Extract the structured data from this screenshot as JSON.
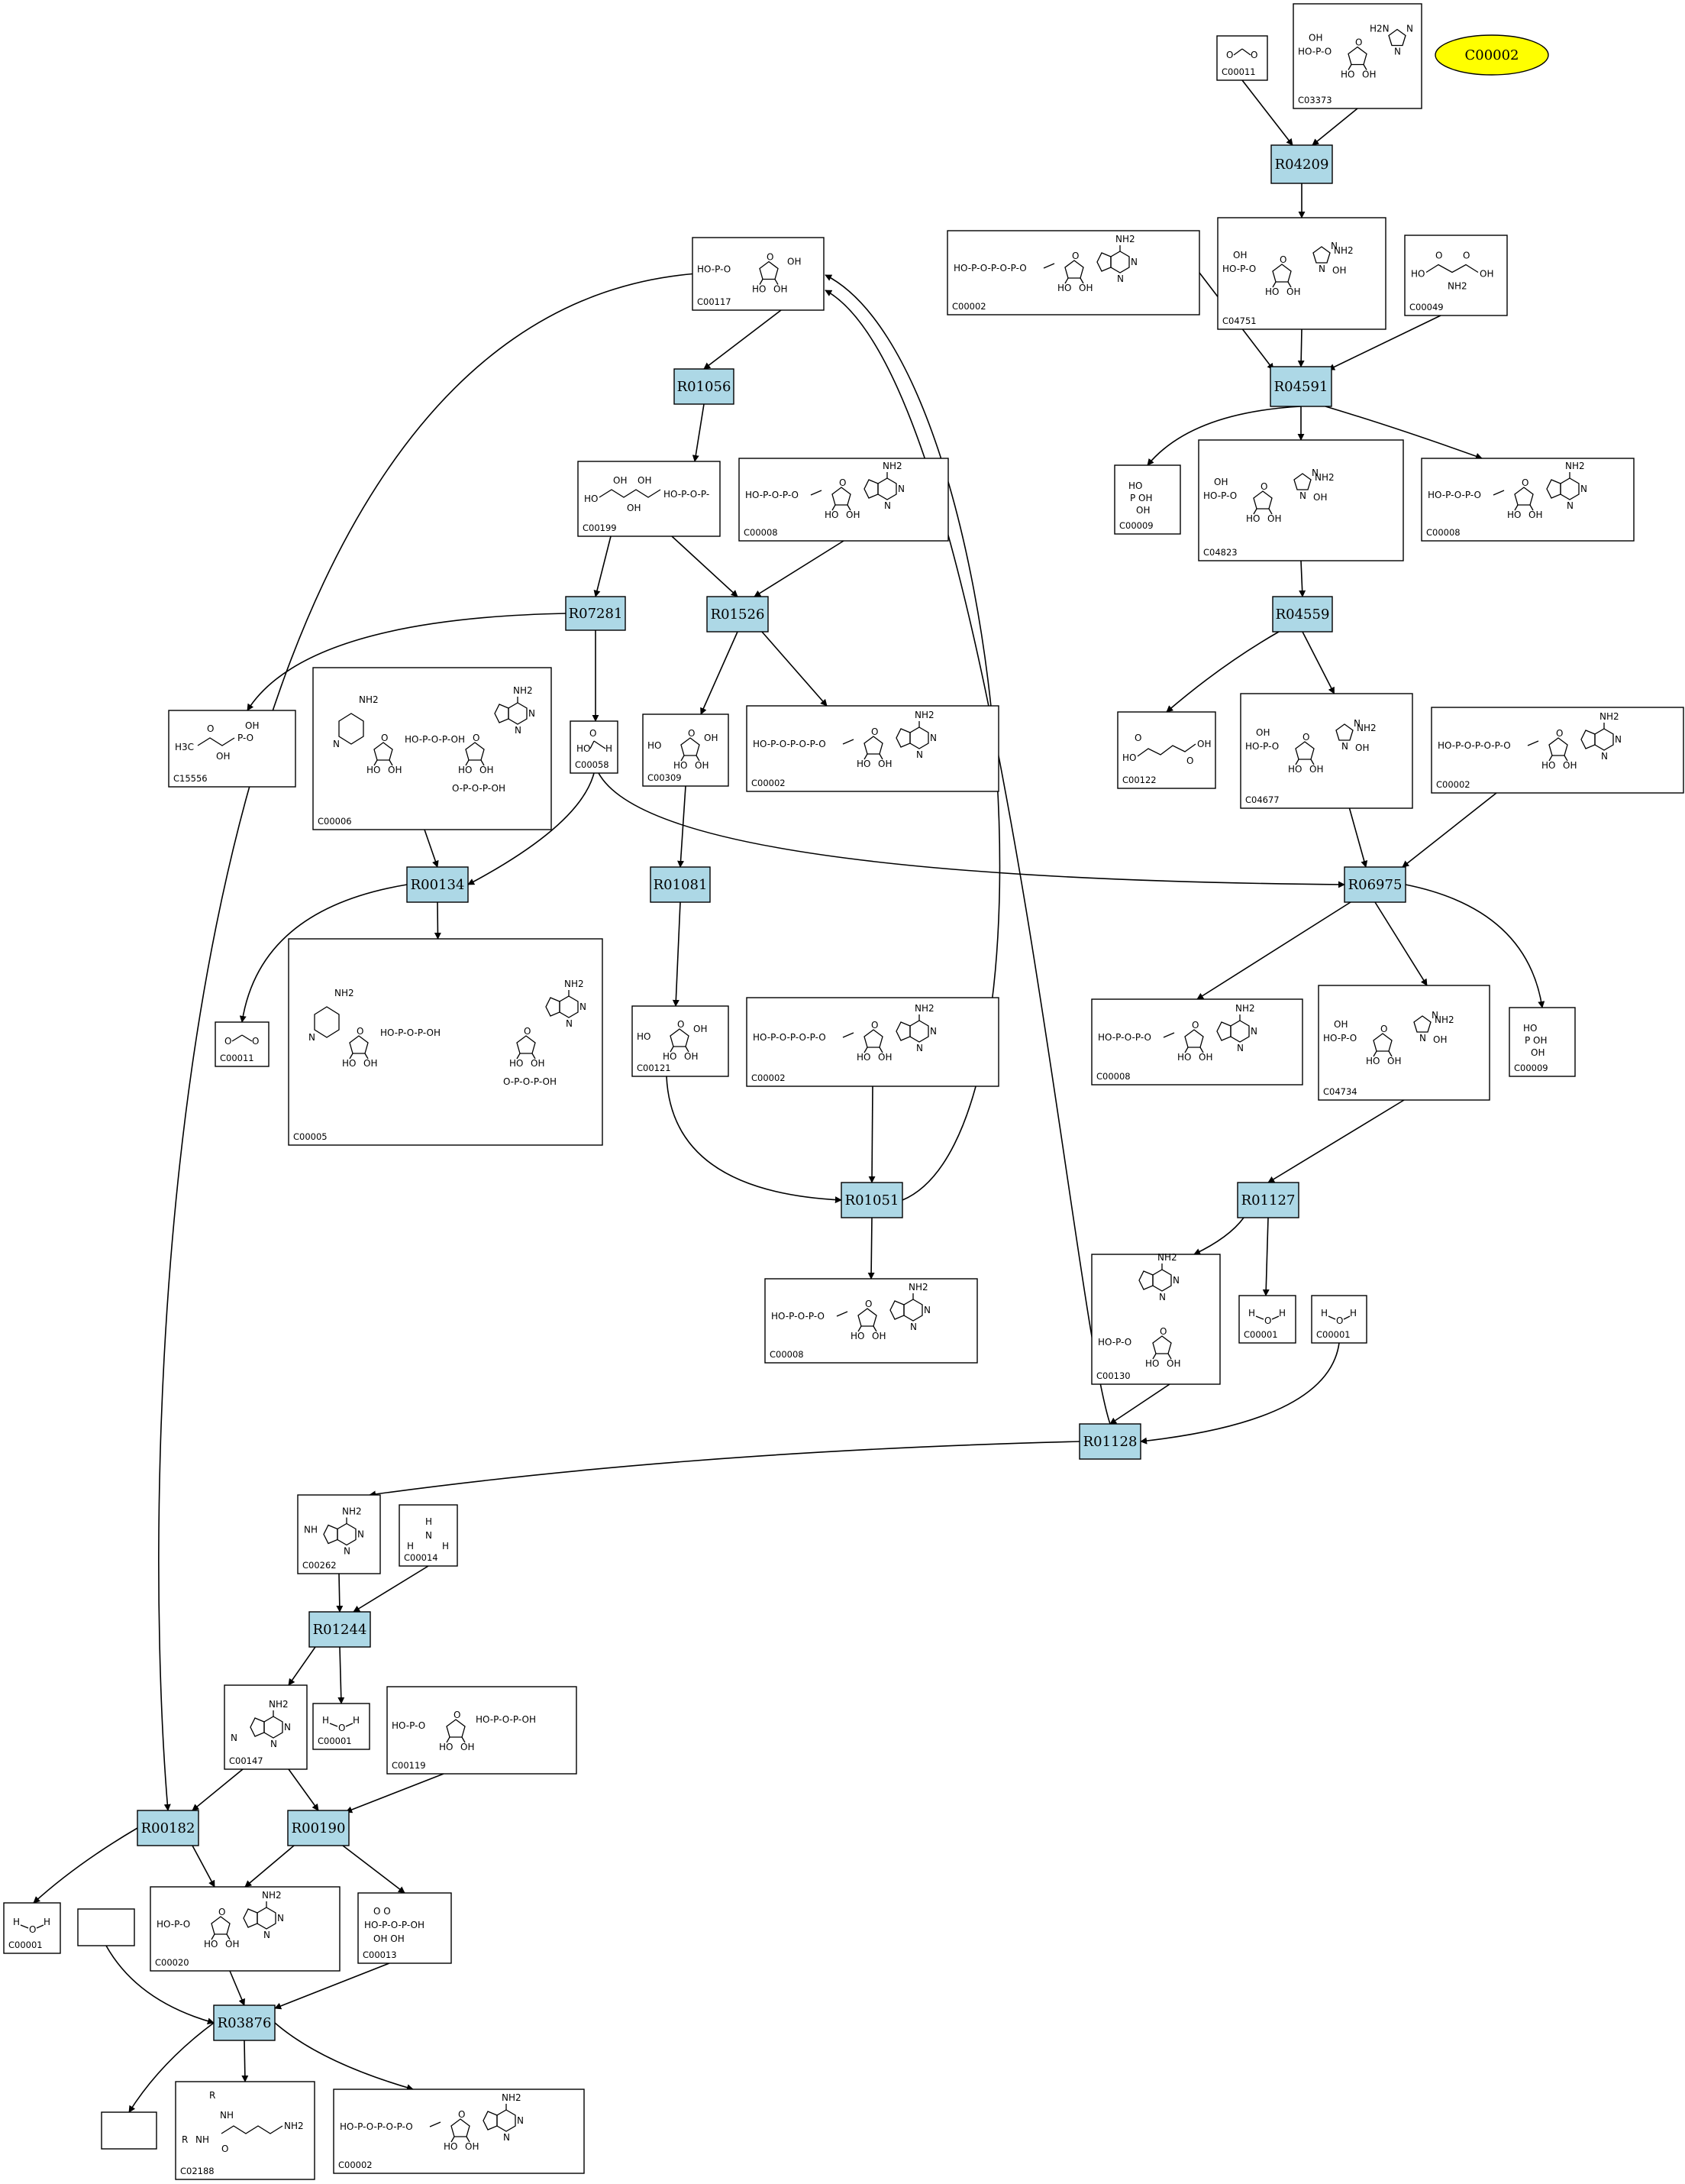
{
  "diagram": {
    "highlight": {
      "label": "C00002",
      "fill": "#ffff00"
    },
    "reaction_fill": "#add8e6",
    "reactions": [
      {
        "key": "R04209",
        "label": "R04209"
      },
      {
        "key": "R01056",
        "label": "R01056"
      },
      {
        "key": "R04591",
        "label": "R04591"
      },
      {
        "key": "R07281",
        "label": "R07281"
      },
      {
        "key": "R01526",
        "label": "R01526"
      },
      {
        "key": "R04559",
        "label": "R04559"
      },
      {
        "key": "R00134",
        "label": "R00134"
      },
      {
        "key": "R01081",
        "label": "R01081"
      },
      {
        "key": "R06975",
        "label": "R06975"
      },
      {
        "key": "R01051",
        "label": "R01051"
      },
      {
        "key": "R01127",
        "label": "R01127"
      },
      {
        "key": "R01128",
        "label": "R01128"
      },
      {
        "key": "R01244",
        "label": "R01244"
      },
      {
        "key": "R00182",
        "label": "R00182"
      },
      {
        "key": "R00190",
        "label": "R00190"
      },
      {
        "key": "R03876",
        "label": "R03876"
      }
    ],
    "compounds": [
      {
        "key": "c00011_top",
        "id": "C00011",
        "structure": "carbon-dioxide"
      },
      {
        "key": "c03373",
        "id": "C03373",
        "structure": "aminoimidazole-ribotide"
      },
      {
        "key": "c00117",
        "id": "C00117",
        "structure": "ribose-5-phosphate"
      },
      {
        "key": "c00002_a",
        "id": "C00002",
        "structure": "atp"
      },
      {
        "key": "c04751",
        "id": "C04751",
        "structure": "air-carboxylate"
      },
      {
        "key": "c00049",
        "id": "C00049",
        "structure": "aspartate"
      },
      {
        "key": "c00199",
        "id": "C00199",
        "structure": "ribulose-5-phosphate"
      },
      {
        "key": "c00008_a",
        "id": "C00008",
        "structure": "adp"
      },
      {
        "key": "c00009_a",
        "id": "C00009",
        "structure": "phosphate"
      },
      {
        "key": "c04823",
        "id": "C04823",
        "structure": "saicar"
      },
      {
        "key": "c00008_b",
        "id": "C00008",
        "structure": "adp"
      },
      {
        "key": "c15556",
        "id": "C15556",
        "structure": "hydroxyacetone-phosphate"
      },
      {
        "key": "c00006",
        "id": "C00006",
        "structure": "nadp"
      },
      {
        "key": "c00058",
        "id": "C00058",
        "structure": "formate"
      },
      {
        "key": "c00309",
        "id": "C00309",
        "structure": "ribulose"
      },
      {
        "key": "c00002_b",
        "id": "C00002",
        "structure": "atp"
      },
      {
        "key": "c00122",
        "id": "C00122",
        "structure": "fumarate"
      },
      {
        "key": "c04677",
        "id": "C04677",
        "structure": "aicar"
      },
      {
        "key": "c00002_c",
        "id": "C00002",
        "structure": "atp"
      },
      {
        "key": "c00005",
        "id": "C00005",
        "structure": "nadph"
      },
      {
        "key": "c00011_b",
        "id": "C00011",
        "structure": "carbon-dioxide"
      },
      {
        "key": "c00121",
        "id": "C00121",
        "structure": "ribose"
      },
      {
        "key": "c00002_d",
        "id": "C00002",
        "structure": "atp"
      },
      {
        "key": "c00008_c",
        "id": "C00008",
        "structure": "adp"
      },
      {
        "key": "c04734",
        "id": "C04734",
        "structure": "faicar"
      },
      {
        "key": "c00009_b",
        "id": "C00009",
        "structure": "phosphate"
      },
      {
        "key": "c00008_d",
        "id": "C00008",
        "structure": "adp"
      },
      {
        "key": "c00130",
        "id": "C00130",
        "structure": "imp"
      },
      {
        "key": "c00001_a",
        "id": "C00001",
        "structure": "water"
      },
      {
        "key": "c00001_b",
        "id": "C00001",
        "structure": "water"
      },
      {
        "key": "c00262",
        "id": "C00262",
        "structure": "hypoxanthine"
      },
      {
        "key": "c00014",
        "id": "C00014",
        "structure": "ammonia"
      },
      {
        "key": "c00147",
        "id": "C00147",
        "structure": "adenine"
      },
      {
        "key": "c00001_c",
        "id": "C00001",
        "structure": "water"
      },
      {
        "key": "c00119",
        "id": "C00119",
        "structure": "prpp"
      },
      {
        "key": "c00001_d",
        "id": "C00001",
        "structure": "water"
      },
      {
        "key": "empty_a",
        "id": "",
        "structure": "none"
      },
      {
        "key": "c00020",
        "id": "C00020",
        "structure": "amp"
      },
      {
        "key": "c00013",
        "id": "C00013",
        "structure": "pyrophosphate"
      },
      {
        "key": "empty_b",
        "id": "",
        "structure": "none"
      },
      {
        "key": "c02188",
        "id": "C02188",
        "structure": "protein-lysine"
      },
      {
        "key": "c00002_e",
        "id": "C00002",
        "structure": "atp"
      }
    ],
    "labels": {
      "h2o": {
        "h": "H",
        "o": "O"
      },
      "nh3": {
        "n": "N",
        "h": "H"
      },
      "oh": "OH",
      "ho": "HO",
      "o": "O",
      "p": "P",
      "n": "N",
      "nh2": "NH2",
      "h2n": "H2N",
      "nh": "NH",
      "h3c": "H3C",
      "hop": "HO-P-O",
      "r": "R",
      "rh": "R",
      "h": "H",
      "ppp": "HO-P-O-P-O-P-O",
      "pp": "HO-P-O-P-O",
      "p1": "HO-P-O",
      "pop": "HO-P-O-P-OH",
      "ohp": "OH"
    }
  }
}
